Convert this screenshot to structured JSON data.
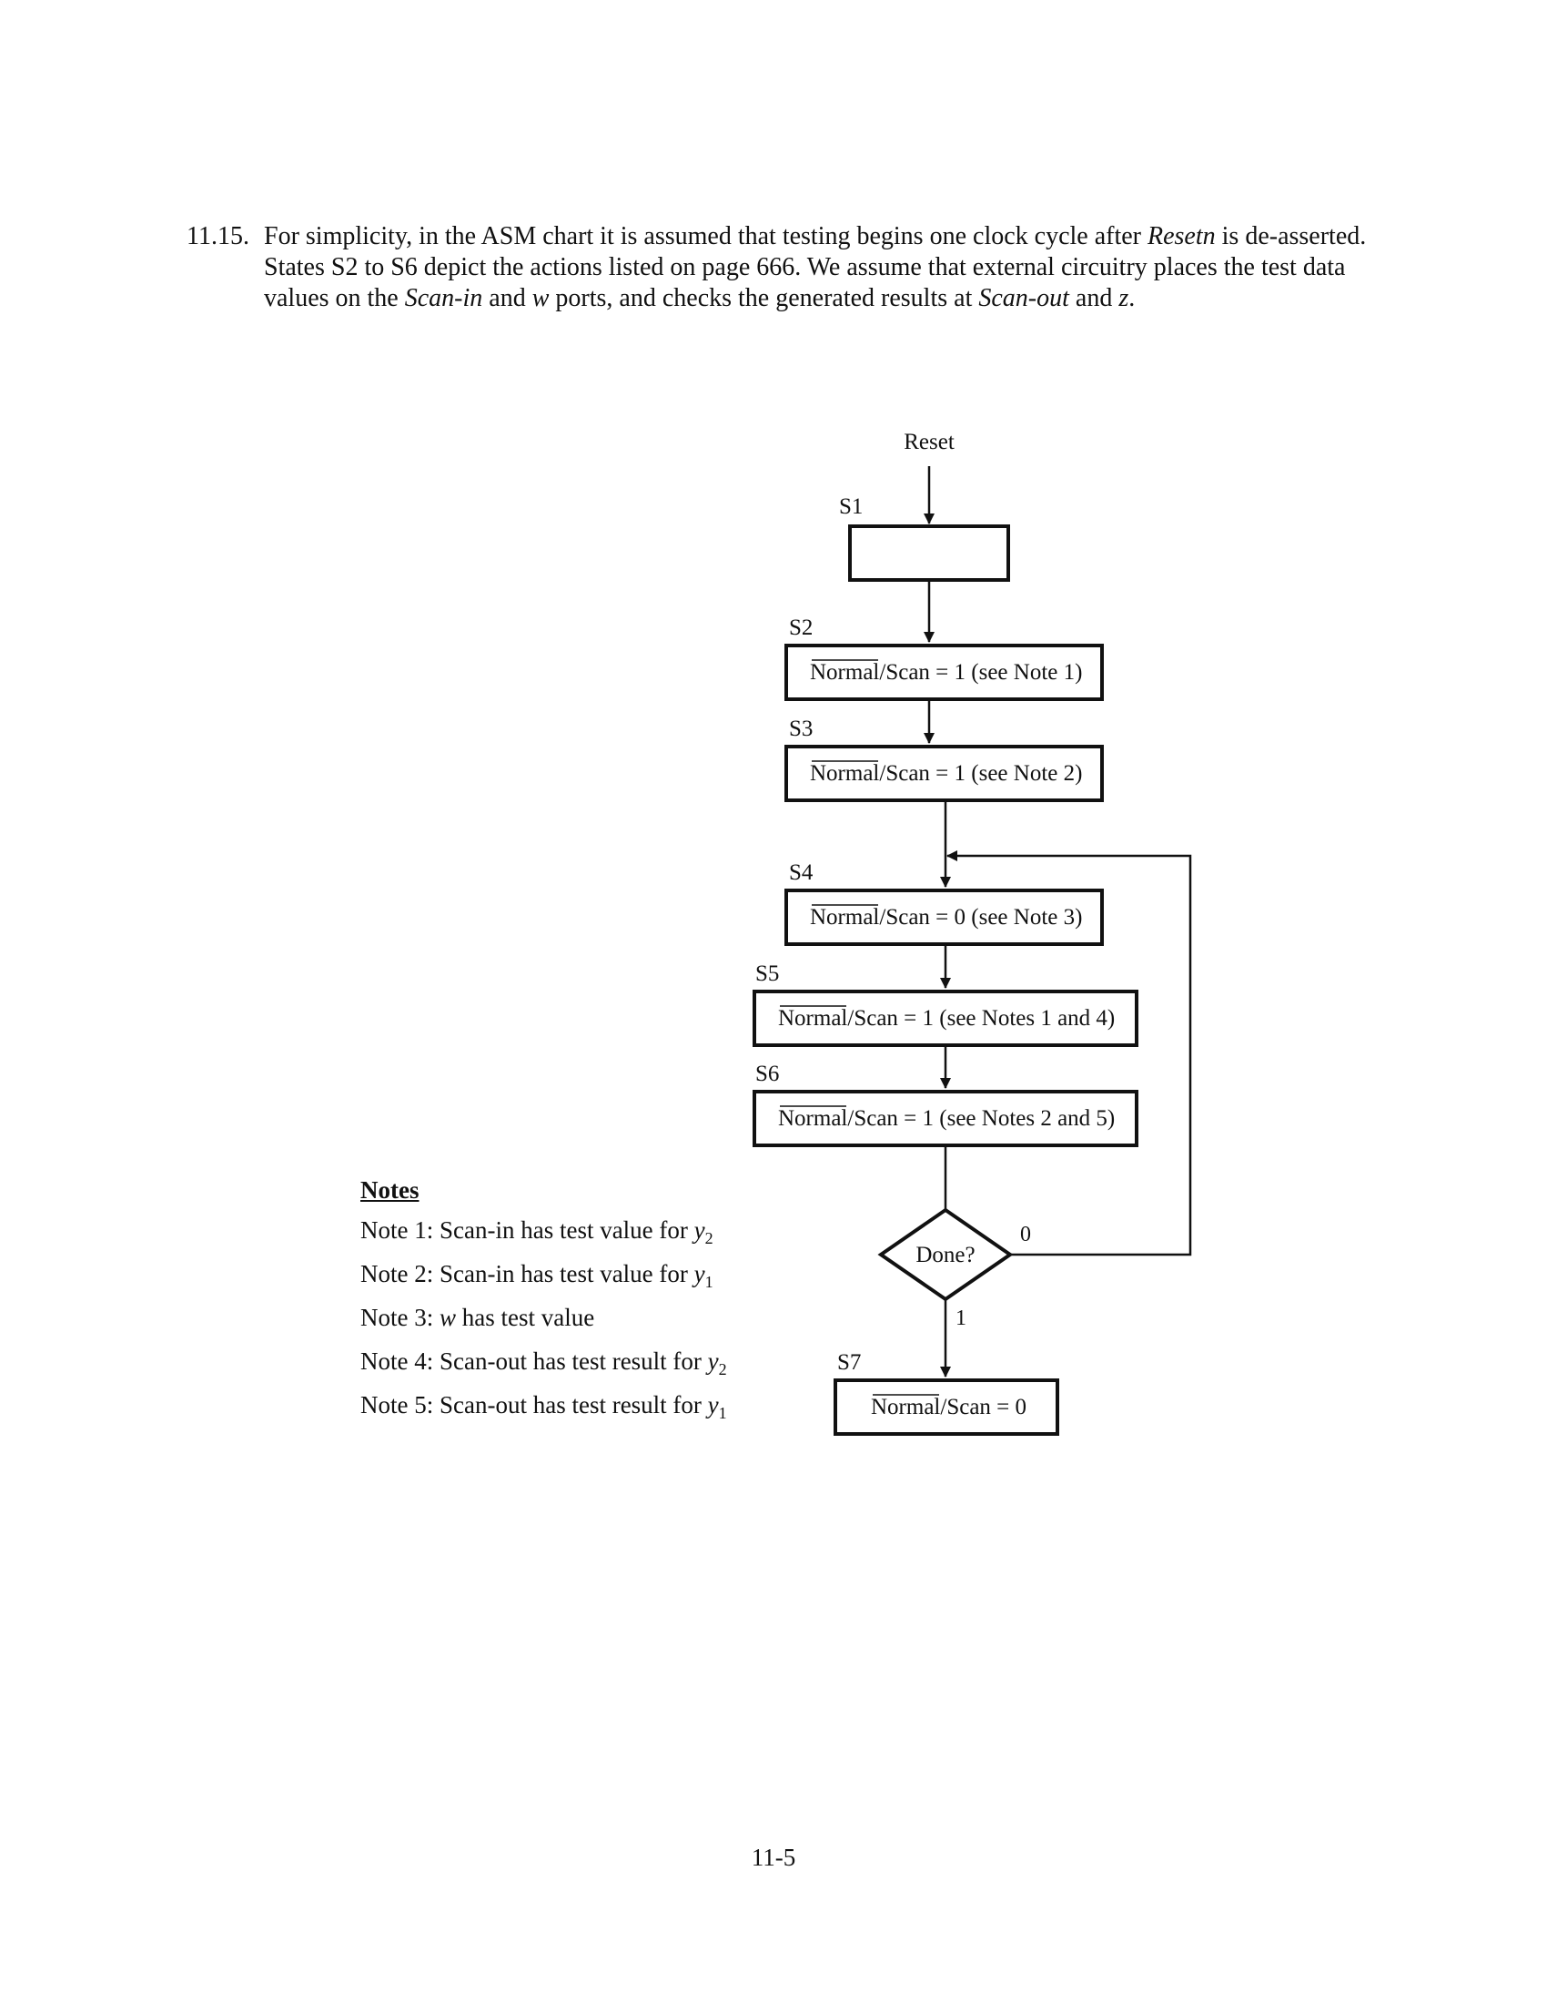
{
  "problem": {
    "number": "11.15.",
    "line1": {
      "a": "For simplicity, in the ASM chart it is assumed that testing begins one clock cycle after ",
      "b": "Resetn",
      "c": " is de-asserted."
    },
    "line2": "States S2 to S6 depict the actions listed on page 666. We assume that external circuitry places the test data",
    "line3": {
      "a": "values on the ",
      "b": "Scan-in",
      "c": " and ",
      "d": "w",
      "e": " ports, and checks the generated results at ",
      "f": "Scan-out",
      "g": " and ",
      "h": "z",
      "i": "."
    }
  },
  "diagram": {
    "reset_label": "Reset",
    "states": [
      {
        "name": "S1",
        "text": "",
        "overbar": "",
        "rest": ""
      },
      {
        "name": "S2",
        "overbar": "Normal",
        "rest": "/Scan = 1 (see Note 1)"
      },
      {
        "name": "S3",
        "overbar": "Normal",
        "rest": "/Scan = 1 (see Note 2)"
      },
      {
        "name": "S4",
        "overbar": "Normal",
        "rest": "/Scan = 0 (see Note 3)"
      },
      {
        "name": "S5",
        "overbar": "Normal",
        "rest": "/Scan = 1 (see Notes 1 and 4)"
      },
      {
        "name": "S6",
        "overbar": "Normal",
        "rest": "/Scan = 1 (see Notes 2 and 5)"
      },
      {
        "name": "S7",
        "overbar": "Normal",
        "rest": "/Scan = 0"
      }
    ],
    "decision": {
      "text": "Done?",
      "false_label": "0",
      "true_label": "1"
    }
  },
  "notes": {
    "title": "Notes",
    "items": [
      {
        "text": "Note 1: Scan-in has test value for ",
        "var": "y",
        "sub": "2"
      },
      {
        "text": "Note 2: Scan-in has test value for ",
        "var": "y",
        "sub": "1"
      },
      {
        "pre": "Note 3: ",
        "var": "w",
        "text": " has test value"
      },
      {
        "text": "Note 4: Scan-out has test result for ",
        "var": "y",
        "sub": "2"
      },
      {
        "text": "Note 5: Scan-out has test result for ",
        "var": "y",
        "sub": "1"
      }
    ]
  },
  "page_number": "11-5"
}
